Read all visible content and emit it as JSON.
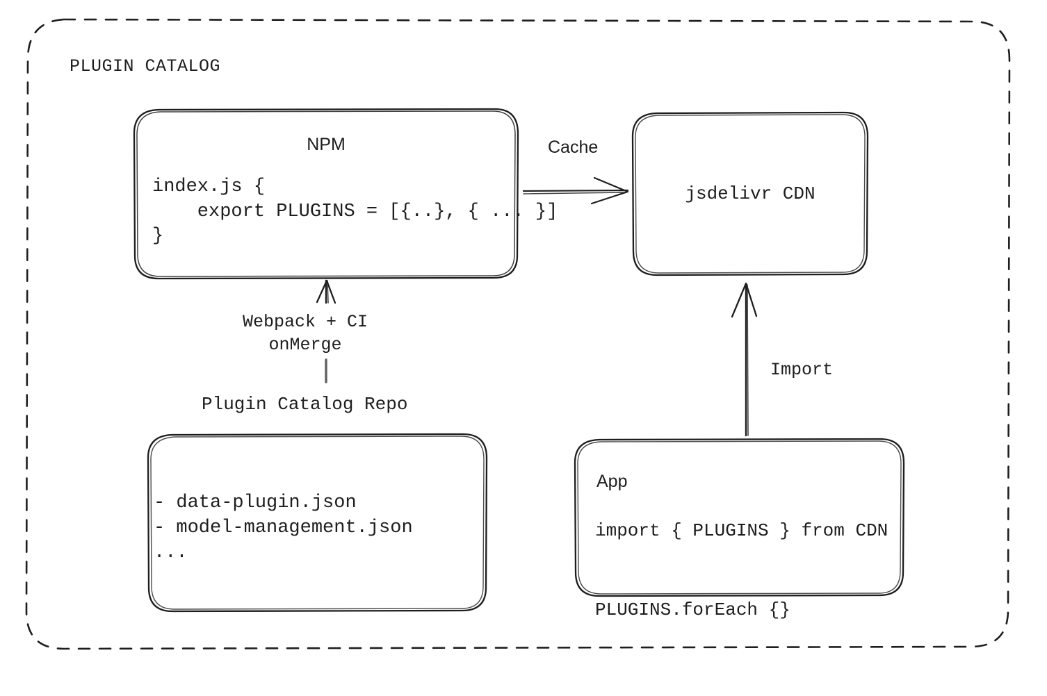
{
  "diagram": {
    "title": "PLUGIN CATALOG",
    "background": "#ffffff",
    "stroke": "#1e1e1e",
    "boxes": {
      "npm": {
        "title": "NPM",
        "code": "index.js {\n    export PLUGINS = [{..}, { ... }]\n}"
      },
      "cdn": {
        "title": "jsdelivr CDN"
      },
      "repo": {
        "label": "Plugin Catalog Repo",
        "files": "- data-plugin.json\n- model-management.json\n..."
      },
      "app": {
        "title": "App",
        "code": "import { PLUGINS } from CDN\n\nPLUGINS.forEach {}"
      }
    },
    "arrows": {
      "cache": "Cache",
      "build": "Webpack + CI\nonMerge",
      "import": "Import"
    }
  }
}
